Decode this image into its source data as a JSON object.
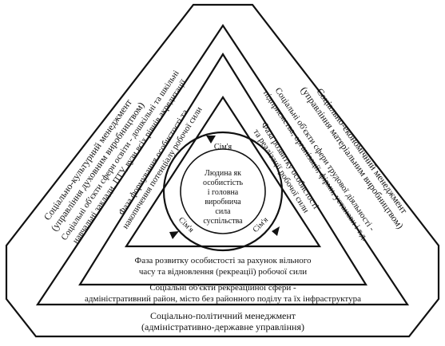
{
  "outer_left": [
    "Соціально-культурний менеджмент",
    "(управління духовним виробництвом)"
  ],
  "outer_right": [
    "Соціально-економічний менеджмент",
    "(управління матеріальним виробництвом)"
  ],
  "outer_bottom": [
    "Соціально-політичний менеджмент",
    "(адміністративно-державне управління)"
  ],
  "ring2_left": [
    "Соціальні об'єкти сфери освіти - дошкільні та шкільні",
    "навчальні заклади, ПТУ, вузи всіх рівнів акредитації"
  ],
  "ring2_right": [
    "Соціальні об'єкти сфери трудової діяльності -",
    "підприємства, організації, фірми, установи і т.д."
  ],
  "ring2_bottom": [
    "Соціальні об'єкти рекреаційної сфери -",
    "адміністративний район, місто без районного поділу та їх інфраструктура"
  ],
  "ring3_left": [
    "Фаза формування особистості та",
    "накопичення потенціалу робочої сили"
  ],
  "ring3_right": [
    "Фаза розвитку особистості",
    "та реалізації робочої сили"
  ],
  "ring3_bottom": [
    "Фаза розвитку особистості за рахунок вільного",
    "часу та відновлення (рекреації) робочої сили"
  ],
  "center": [
    "Людина як",
    "особистість",
    "і головна",
    "виробнича",
    "сила",
    "суспільства"
  ],
  "family_labels": [
    "Сім'я",
    "Сім'я",
    "Сім'я"
  ]
}
